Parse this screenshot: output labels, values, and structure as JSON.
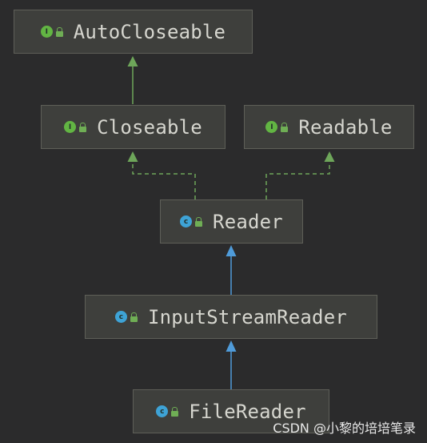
{
  "nodes": {
    "autocloseable": {
      "label": "AutoCloseable",
      "kind": "interface",
      "badge": "I",
      "icon": "interface-icon"
    },
    "closeable": {
      "label": "Closeable",
      "kind": "interface",
      "badge": "I",
      "icon": "interface-icon"
    },
    "readable": {
      "label": "Readable",
      "kind": "interface",
      "badge": "I",
      "icon": "interface-icon"
    },
    "reader": {
      "label": "Reader",
      "kind": "class",
      "badge": "c",
      "icon": "class-icon"
    },
    "inputstreamreader": {
      "label": "InputStreamReader",
      "kind": "class",
      "badge": "c",
      "icon": "class-icon"
    },
    "filereader": {
      "label": "FileReader",
      "kind": "class",
      "badge": "c",
      "icon": "class-icon"
    }
  },
  "edges": [
    {
      "from": "closeable",
      "to": "autocloseable",
      "type": "extends-interface"
    },
    {
      "from": "reader",
      "to": "closeable",
      "type": "implements"
    },
    {
      "from": "reader",
      "to": "readable",
      "type": "implements"
    },
    {
      "from": "inputstreamreader",
      "to": "reader",
      "type": "extends"
    },
    {
      "from": "filereader",
      "to": "inputstreamreader",
      "type": "extends"
    }
  ],
  "colors": {
    "background": "#2b2b2c",
    "node_fill": "#3e3f3c",
    "interface_edge": "#6ea65a",
    "class_edge": "#4f9bd9"
  },
  "watermark": "CSDN @小黎的培培笔录"
}
